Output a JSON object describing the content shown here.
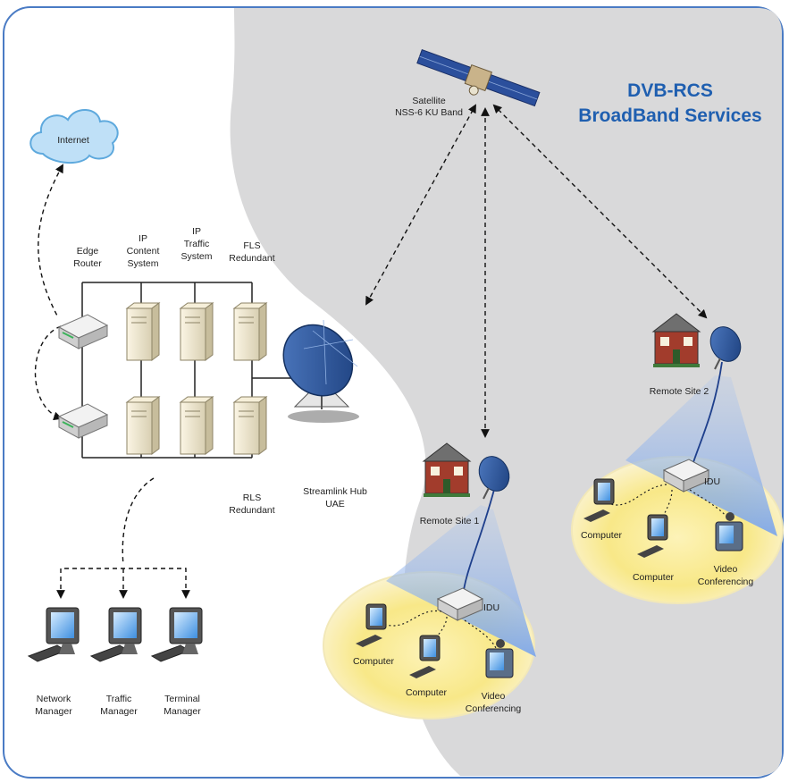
{
  "title": {
    "line1": "DVB-RCS",
    "line2": "BroadBand Services"
  },
  "satellite": {
    "line1": "Satellite",
    "line2": "NSS-6 KU Band"
  },
  "internet": "Internet",
  "hub_equipment": {
    "edge_router": [
      "Edge",
      "Router"
    ],
    "ip_content": [
      "IP",
      "Content",
      "System"
    ],
    "ip_traffic": [
      "IP",
      "Traffic",
      "System"
    ],
    "fls": [
      "FLS",
      "Redundant"
    ],
    "rls": [
      "RLS",
      "Redundant"
    ]
  },
  "hub": [
    "Streamlink Hub",
    "UAE"
  ],
  "managers": {
    "network": [
      "Network",
      "Manager"
    ],
    "traffic": [
      "Traffic",
      "Manager"
    ],
    "terminal": [
      "Terminal",
      "Manager"
    ]
  },
  "site1": {
    "name": "Remote Site 1",
    "idu": "IDU",
    "computer_a": "Computer",
    "computer_b": "Computer",
    "video": [
      "Video",
      "Conferencing"
    ]
  },
  "site2": {
    "name": "Remote Site 2",
    "idu": "IDU",
    "computer_a": "Computer",
    "computer_b": "Computer",
    "video": [
      "Video",
      "Conferencing"
    ]
  },
  "colors": {
    "title": "#1f5fb0",
    "frame": "#4a7bc4",
    "gray_region": "#d9d9da",
    "ellipse": "#f7e680"
  }
}
